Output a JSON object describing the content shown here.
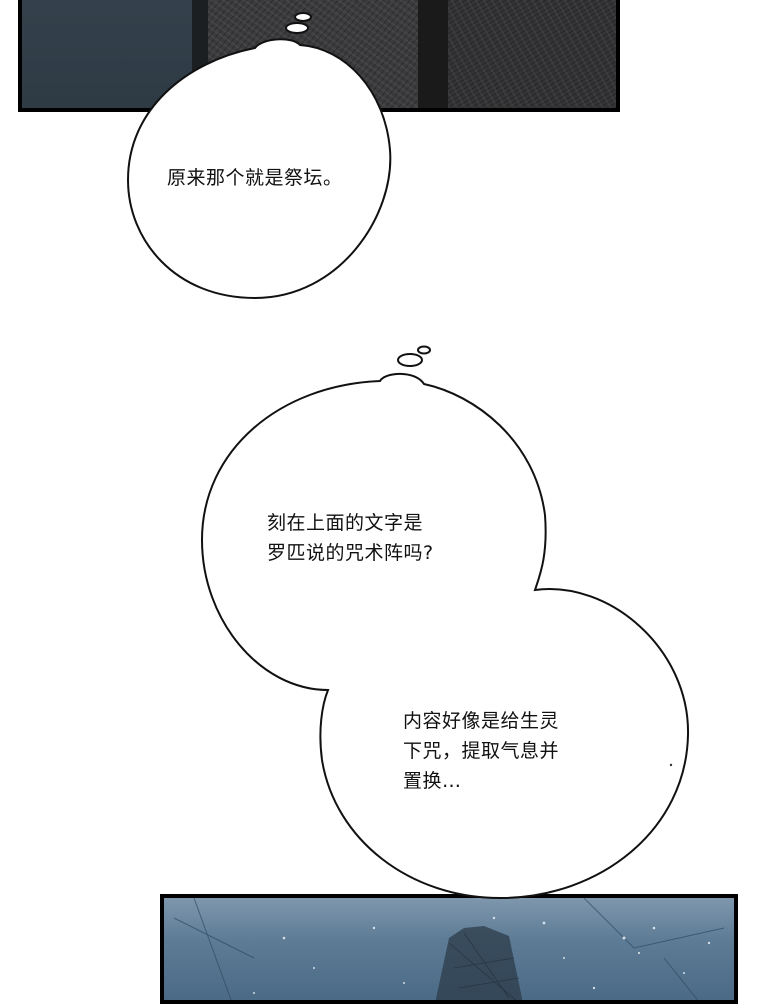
{
  "bubbles": {
    "first": {
      "line1": "原来那个就是祭坛。"
    },
    "second": {
      "line1": "刻在上面的文字是",
      "line2": "罗匹说的咒术阵吗?"
    },
    "third": {
      "line1": "内容好像是给生灵",
      "line2": "下咒，提取气息并",
      "line3": "置换…"
    }
  },
  "colors": {
    "panel_border": "#000000",
    "bubble_fill": "#ffffff",
    "bubble_stroke": "#111111",
    "top_panel_stone": "#3b3b3d",
    "top_panel_wall": "#34414c",
    "bottom_panel_sky": "#6f8aa3"
  }
}
